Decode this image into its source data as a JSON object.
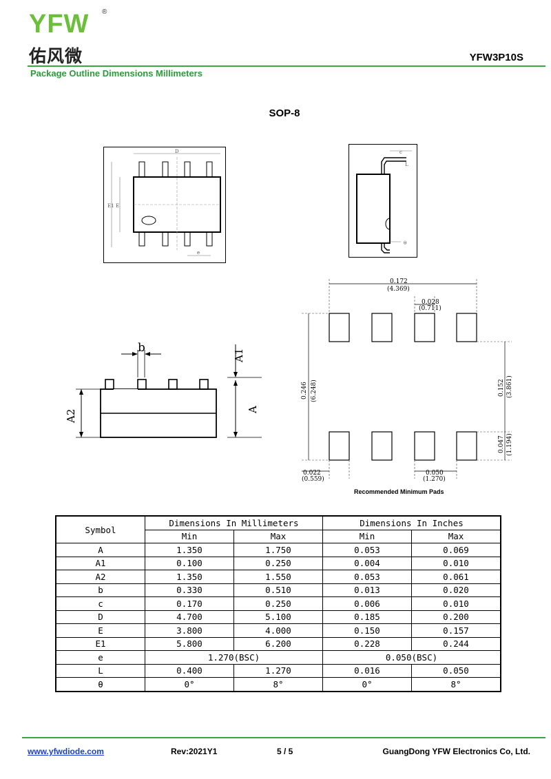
{
  "header": {
    "logo_letters": "YFW",
    "logo_reg": "®",
    "logo_cn": "佑风微",
    "part_number": "YFW3P10S",
    "section_title": "Package Outline Dimensions Millimeters"
  },
  "package_name": "SOP-8",
  "drawing_labels": {
    "top_D": "D",
    "top_E1": "E1",
    "top_E": "E",
    "top_e": "e",
    "side_c": "c",
    "side_L": "L",
    "side_theta": "θ",
    "front_b": "b",
    "front_A1": "A1",
    "front_A2": "A2",
    "front_A": "A"
  },
  "pads": {
    "width_in": "0.172",
    "width_mm": "(4.369)",
    "pad_w_in": "0.028",
    "pad_w_mm": "(0.711)",
    "height_in": "0.246",
    "height_mm": "(6.248)",
    "gap_in": "0.152",
    "gap_mm": "(3.861)",
    "pad_h_in": "0.047",
    "pad_h_mm": "(1.194)",
    "pitch_space_in": "0.022",
    "pitch_space_mm": "(0.559)",
    "pitch_in": "0.050",
    "pitch_mm": "(1.270)",
    "caption": "Recommended Minimum Pads"
  },
  "table": {
    "symbol_header": "Symbol",
    "mm_header": "Dimensions In Millimeters",
    "inch_header": "Dimensions In Inches",
    "min_label": "Min",
    "max_label": "Max",
    "rows": [
      [
        "A",
        "1.350",
        "1.750",
        "0.053",
        "0.069"
      ],
      [
        "A1",
        "0.100",
        "0.250",
        "0.004",
        "0.010"
      ],
      [
        "A2",
        "1.350",
        "1.550",
        "0.053",
        "0.061"
      ],
      [
        "b",
        "0.330",
        "0.510",
        "0.013",
        "0.020"
      ],
      [
        "c",
        "0.170",
        "0.250",
        "0.006",
        "0.010"
      ],
      [
        "D",
        "4.700",
        "5.100",
        "0.185",
        "0.200"
      ],
      [
        "E",
        "3.800",
        "4.000",
        "0.150",
        "0.157"
      ],
      [
        "E1",
        "5.800",
        "6.200",
        "0.228",
        "0.244"
      ]
    ],
    "e_row": {
      "symbol": "e",
      "mm": "1.270(BSC)",
      "inch": "0.050(BSC)"
    },
    "tail_rows": [
      [
        "L",
        "0.400",
        "1.270",
        "0.016",
        "0.050"
      ],
      [
        "θ",
        "0°",
        "8°",
        "0°",
        "8°"
      ]
    ]
  },
  "footer": {
    "url": "www.yfwdiode.com",
    "rev": "Rev:2021Y1",
    "page": "5 / 5",
    "company": "GuangDong YFW Electronics Co, Ltd."
  }
}
